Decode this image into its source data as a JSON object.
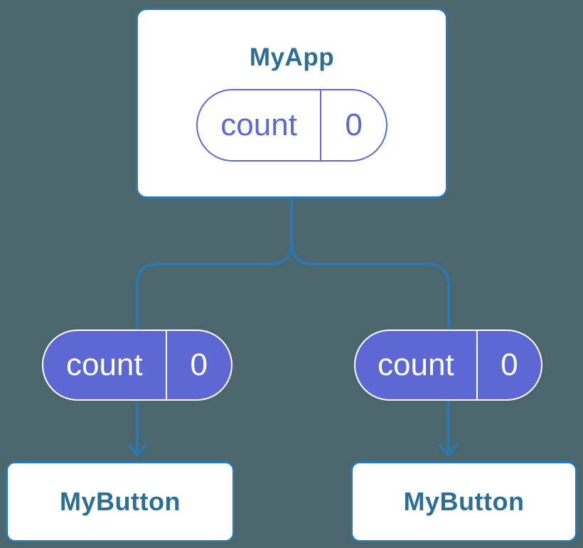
{
  "colors": {
    "background": "#4C666D",
    "line_blue": "#2B78B0",
    "heading_blue": "#2D6E96",
    "state_purple": "#5E68D5",
    "card_white": "#FFFFFF"
  },
  "parent_card": {
    "title": "MyApp",
    "state": {
      "name": "count",
      "value": "0"
    }
  },
  "child_cards": [
    {
      "title": "MyButton",
      "state": {
        "name": "count",
        "value": "0"
      }
    },
    {
      "title": "MyButton",
      "state": {
        "name": "count",
        "value": "0"
      }
    }
  ]
}
